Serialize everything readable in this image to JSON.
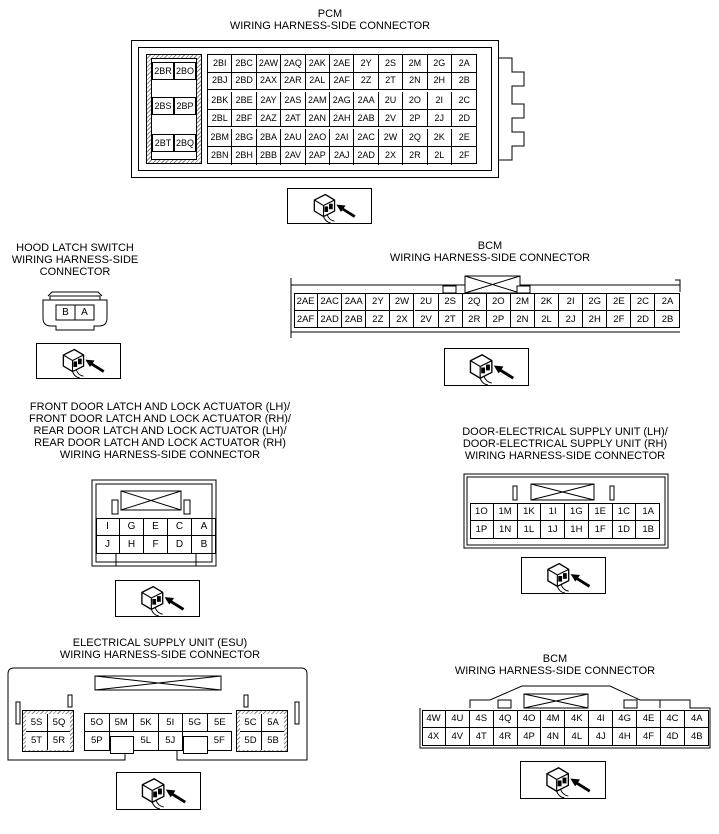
{
  "pcm": {
    "title": "PCM\nWIRING HARNESS-SIDE CONNECTOR",
    "left_pins": [
      "2BR",
      "2BO",
      "2BS",
      "2BP",
      "2BT",
      "2BQ"
    ],
    "rows": [
      [
        "2BI",
        "2BC",
        "2AW",
        "2AQ",
        "2AK",
        "2AE",
        "2Y",
        "2S",
        "2M",
        "2G",
        "2A"
      ],
      [
        "2BJ",
        "2BD",
        "2AX",
        "2AR",
        "2AL",
        "2AF",
        "2Z",
        "2T",
        "2N",
        "2H",
        "2B"
      ],
      [
        "2BK",
        "2BE",
        "2AY",
        "2AS",
        "2AM",
        "2AG",
        "2AA",
        "2U",
        "2O",
        "2I",
        "2C"
      ],
      [
        "2BL",
        "2BF",
        "2AZ",
        "2AT",
        "2AN",
        "2AH",
        "2AB",
        "2V",
        "2P",
        "2J",
        "2D"
      ],
      [
        "2BM",
        "2BG",
        "2BA",
        "2AU",
        "2AO",
        "2AI",
        "2AC",
        "2W",
        "2Q",
        "2K",
        "2E"
      ],
      [
        "2BN",
        "2BH",
        "2BB",
        "2AV",
        "2AP",
        "2AJ",
        "2AD",
        "2X",
        "2R",
        "2L",
        "2F"
      ]
    ]
  },
  "hood": {
    "title": "HOOD LATCH SWITCH\nWIRING HARNESS-SIDE\nCONNECTOR",
    "pins": [
      "B",
      "A"
    ]
  },
  "bcm2": {
    "title": "BCM\nWIRING HARNESS-SIDE CONNECTOR",
    "rows": [
      [
        "2AE",
        "2AC",
        "2AA",
        "2Y",
        "2W",
        "2U",
        "2S",
        "2Q",
        "2O",
        "2M",
        "2K",
        "2I",
        "2G",
        "2E",
        "2C",
        "2A"
      ],
      [
        "2AF",
        "2AD",
        "2AB",
        "2Z",
        "2X",
        "2V",
        "2T",
        "2R",
        "2P",
        "2N",
        "2L",
        "2J",
        "2H",
        "2F",
        "2D",
        "2B"
      ]
    ]
  },
  "door": {
    "title": "FRONT DOOR LATCH AND LOCK ACTUATOR (LH)/\nFRONT DOOR LATCH AND LOCK ACTUATOR (RH)/\nREAR DOOR LATCH AND LOCK ACTUATOR (LH)/\nREAR DOOR LATCH AND LOCK ACTUATOR (RH)\nWIRING HARNESS-SIDE CONNECTOR",
    "rows": [
      [
        "I",
        "G",
        "E",
        "C",
        "A"
      ],
      [
        "J",
        "H",
        "F",
        "D",
        "B"
      ]
    ]
  },
  "desu": {
    "title": "DOOR-ELECTRICAL SUPPLY UNIT (LH)/\nDOOR-ELECTRICAL SUPPLY UNIT (RH)\nWIRING HARNESS-SIDE CONNECTOR",
    "rows": [
      [
        "1O",
        "1M",
        "1K",
        "1I",
        "1G",
        "1E",
        "1C",
        "1A"
      ],
      [
        "1P",
        "1N",
        "1L",
        "1J",
        "1H",
        "1F",
        "1D",
        "1B"
      ]
    ]
  },
  "esu": {
    "title": "ELECTRICAL SUPPLY UNIT (ESU)\nWIRING HARNESS-SIDE CONNECTOR",
    "left": [
      "5S",
      "5Q",
      "5T",
      "5R"
    ],
    "middle_top": [
      "5O",
      "5M",
      "5K",
      "5I",
      "5G",
      "5E"
    ],
    "middle_bottom": [
      "5P",
      "5L",
      "5J",
      "5F"
    ],
    "right": [
      "5C",
      "5A",
      "5D",
      "5B"
    ]
  },
  "bcm4": {
    "title": "BCM\nWIRING HARNESS-SIDE CONNECTOR",
    "rows": [
      [
        "4W",
        "4U",
        "4S",
        "4Q",
        "4O",
        "4M",
        "4K",
        "4I",
        "4G",
        "4E",
        "4C",
        "4A"
      ],
      [
        "4X",
        "4V",
        "4T",
        "4R",
        "4P",
        "4N",
        "4L",
        "4J",
        "4H",
        "4F",
        "4D",
        "4B"
      ]
    ]
  }
}
